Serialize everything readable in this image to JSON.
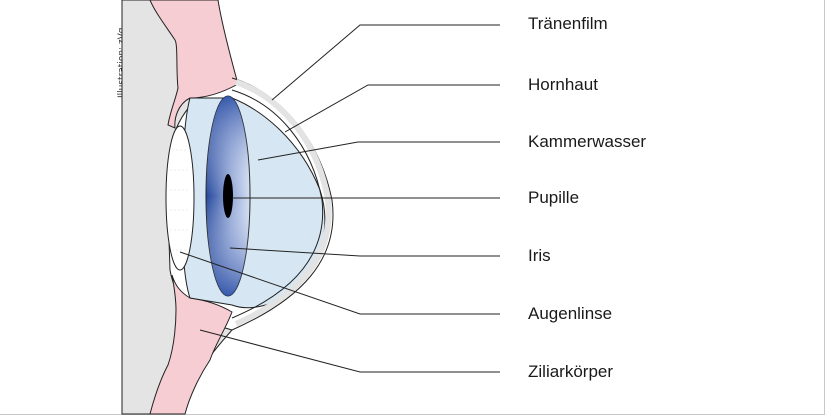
{
  "credit": "Illustration: zVg",
  "labels": {
    "traenenfilm": "Tränenfilm",
    "hornhaut": "Hornhaut",
    "kammerwasser": "Kammerwasser",
    "pupille": "Pupille",
    "iris": "Iris",
    "augenlinse": "Augenlinse",
    "ziliarkoerper": "Ziliarkörper"
  },
  "colors": {
    "sclera": "#e3e3e3",
    "ciliary": "#f6cdd2",
    "chamber": "#d6e7f3",
    "iris_dark": "#2c4fa3",
    "iris_light": "#c9d6ee",
    "pupil": "#000000",
    "line": "#222222"
  }
}
